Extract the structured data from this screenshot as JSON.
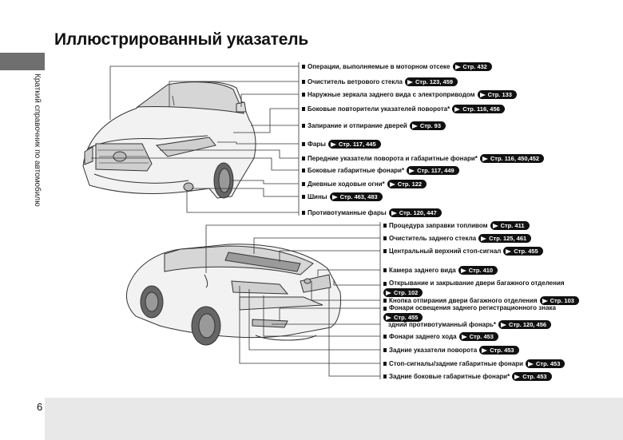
{
  "sidebar": {
    "label": "Краткий справочник по автомобилю"
  },
  "page": {
    "title": "Иллюстрированный указатель",
    "number": "6"
  },
  "front_labels": [
    {
      "text": "Операции, выполняемые в моторном отсеке",
      "ref": "Стр. 432"
    },
    {
      "text": "Очиститель ветрового стекла",
      "ref": "Стр. 123, 459"
    },
    {
      "text": "Наружные зеркала заднего вида с электроприводом",
      "ref": "Стр. 133"
    },
    {
      "text": "Боковые повторители указателей поворота*",
      "ref": "Стр. 116, 456"
    },
    {
      "text": "Запирание и отпирание дверей",
      "ref": "Стр. 93"
    },
    {
      "text": "Фары",
      "ref": "Стр. 117, 445"
    },
    {
      "text": "Передние указатели поворота и габаритные фонари*",
      "ref": "Стр. 116, 450,452"
    },
    {
      "text": "Боковые габаритные фонари*",
      "ref": "Стр. 117, 449"
    },
    {
      "text": "Дневные ходовые огни*",
      "ref": "Стр. 122"
    },
    {
      "text": "Шины",
      "ref": "Стр. 463, 483"
    },
    {
      "text": "Противотуманные фары",
      "ref": "Стр. 120, 447"
    }
  ],
  "rear_labels": [
    {
      "text": "Процедура заправки топливом",
      "ref": "Стр. 411"
    },
    {
      "text": "Очиститель заднего стекла",
      "ref": "Стр. 125, 461"
    },
    {
      "text": "Центральный верхний стоп-сигнал",
      "ref": "Стр. 455"
    },
    {
      "text": "Камера заднего вида",
      "ref": "Стр. 410"
    },
    {
      "text": "Открывание и закрывание двери багажного отделения",
      "ref": "Стр. 102"
    },
    {
      "text": "Кнопка отпирания двери багажного отделения",
      "ref": "Стр. 103"
    },
    {
      "text": "Фонари освещения заднего регистрационного знака",
      "ref": "Стр. 455"
    },
    {
      "text": "здний противотуманный фонарь*",
      "ref": "Стр. 120, 456"
    },
    {
      "text": "Фонари заднего хода",
      "ref": "Стр. 453"
    },
    {
      "text": "Задние указатели поворота",
      "ref": "Стр. 453"
    },
    {
      "text": "Стоп-сигналы/задние габаритные фонари",
      "ref": "Стр. 453"
    },
    {
      "text": "Задние боковые габаритные фонари*",
      "ref": "Стр. 453"
    }
  ]
}
